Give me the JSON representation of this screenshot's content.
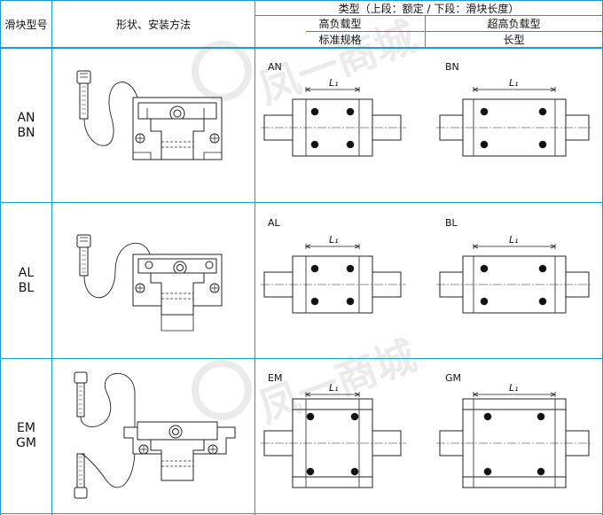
{
  "header": {
    "col_model": "滑块型号",
    "col_method": "形状、安装方法",
    "col_type_title": "类型（上段：额定 / 下段：滑块长度）",
    "type_top_left": "高负载型",
    "type_top_right": "超高负载型",
    "type_bottom_left": "标准规格",
    "type_bottom_right": "长型"
  },
  "rows": [
    {
      "model_line1": "AN",
      "model_line2": "BN",
      "left_variant": "AN",
      "right_variant": "BN",
      "dimension_label": "L₁"
    },
    {
      "model_line1": "AL",
      "model_line2": "BL",
      "left_variant": "AL",
      "right_variant": "BL",
      "dimension_label": "L₁"
    },
    {
      "model_line1": "EM",
      "model_line2": "GM",
      "left_variant": "EM",
      "right_variant": "GM",
      "dimension_label": "L₁"
    }
  ],
  "watermark": {
    "text": "凤一商城"
  },
  "colors": {
    "grid": "#1a9ad6",
    "drawing": "#222222",
    "dot": "#111111"
  }
}
